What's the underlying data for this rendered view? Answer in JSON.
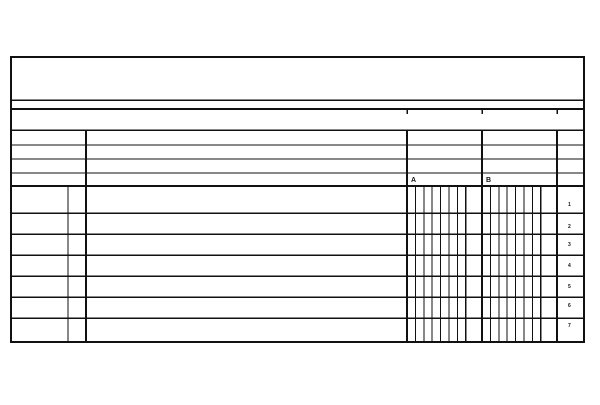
{
  "form": {
    "column_letters": [
      {
        "id": "A",
        "label": "A"
      },
      {
        "id": "B",
        "label": "B"
      }
    ],
    "row_numbers": [
      "1",
      "2",
      "3",
      "4",
      "5",
      "6",
      "7"
    ]
  }
}
